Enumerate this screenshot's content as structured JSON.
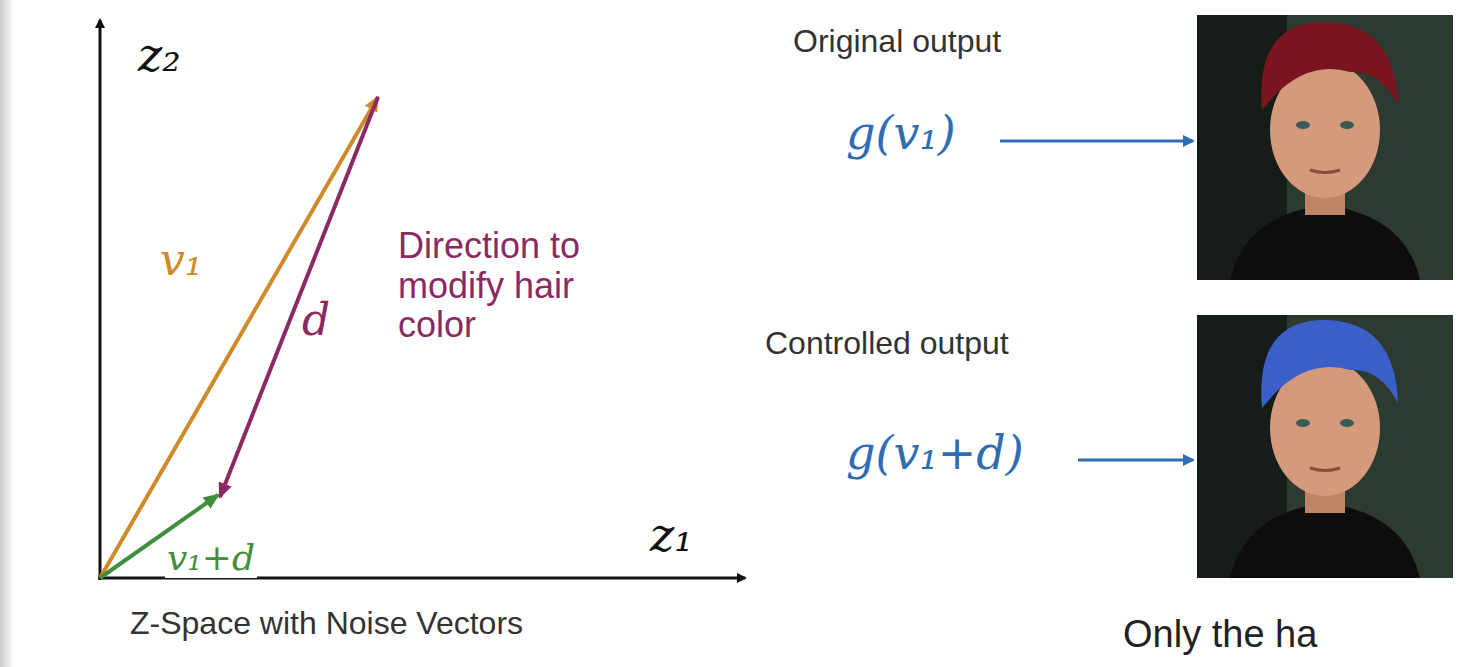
{
  "diagram": {
    "caption": "Z-Space with Noise Vectors",
    "labels": [
      "z₂",
      "v₁",
      "d",
      "Direction to modify hair color",
      "v₁+d",
      "z₁",
      "Original output",
      "g(v₁)",
      "Controlled output",
      "g(v₁+d)",
      "Only the ha"
    ]
  }
}
